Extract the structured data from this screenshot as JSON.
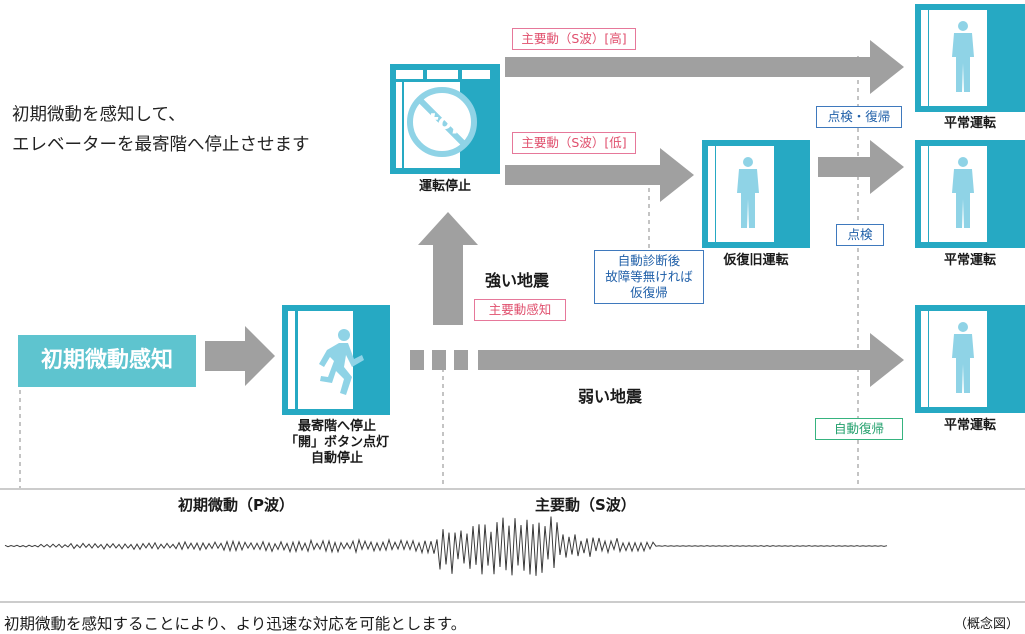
{
  "intro_text": {
    "line1": "初期微動を感知して、",
    "line2": "エレベーターを最寄階へ停止させます"
  },
  "detection_label": "初期微動感知",
  "stop_icon_text": "stop",
  "stages": {
    "stop_at_floor": {
      "line1": "最寄階へ停止",
      "line2": "「開」ボタン点灯",
      "line3": "自動停止"
    },
    "halt": "運転停止",
    "temp_restore": "仮復旧運転",
    "normal_top": "平常運転",
    "normal_middle": "平常運転",
    "normal_bottom": "平常運転"
  },
  "quakes": {
    "strong": "強い地震",
    "weak": "弱い地震"
  },
  "tags": {
    "main_motion_detected": "主要動感知",
    "s_wave_high": "主要動（S波）[高]",
    "s_wave_low": "主要動（S波）[低]",
    "auto_diagnosis": {
      "line1": "自動診断後",
      "line2": "故障等無ければ",
      "line3": "仮復帰"
    },
    "inspect_restore": "点検・復帰",
    "inspect": "点検",
    "auto_restore": "自動復帰"
  },
  "waves": {
    "p_wave": "初期微動（P波）",
    "s_wave": "主要動（S波）"
  },
  "footer_text": "初期微動を感知することにより、より迅速な対応を可能とします。",
  "note_text": "（概念図）",
  "icons": [
    "elevator-running-person-icon",
    "elevator-stop-icon",
    "elevator-standing-person-icon"
  ],
  "colors": {
    "teal": "#26a9c3",
    "light_teal": "#5ec4cf",
    "arrow_gray": "#a0a0a0",
    "pink": "#e0506e",
    "blue": "#1f5fa8",
    "green": "#22a06c",
    "person": "#8fd3e6"
  }
}
